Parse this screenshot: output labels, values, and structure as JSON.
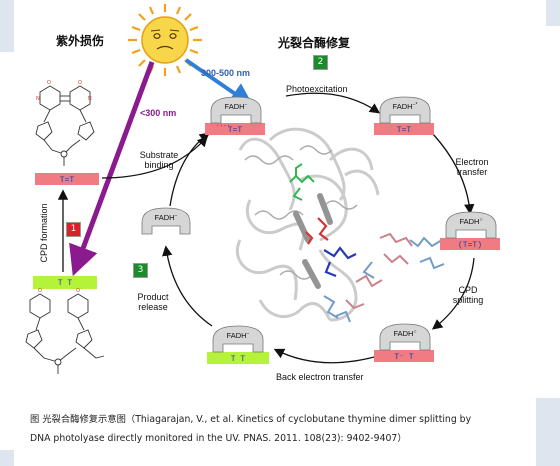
{
  "diagram": {
    "title_left": "紫外损伤",
    "title_right": "光裂合酶修复",
    "wavelength_long": "300-500 nm",
    "wavelength_short": "<300 nm",
    "step_labels": {
      "photoexcitation": "Photoexcitation",
      "electron_transfer_1": "Electron",
      "electron_transfer_2": "transfer",
      "cpd_splitting_1": "CPD",
      "cpd_splitting_2": "splitting",
      "back_electron_transfer": "Back electron transfer",
      "product_release_1": "Product",
      "product_release_2": "release",
      "substrate_binding_1": "Substrate",
      "substrate_binding_2": "binding",
      "cpd_formation": "CPD formation"
    },
    "badges": {
      "one": "1",
      "two": "2",
      "three": "3"
    },
    "states": {
      "top": "FADH",
      "top_sup": "−",
      "upper_right": "FADH",
      "upper_right_sup": "−*",
      "right": "FADH",
      "right_sup": "○",
      "lower_right": "FADH",
      "lower_right_sup": "○",
      "bottom": "FADH",
      "bottom_sup": "−",
      "left": "FADH",
      "left_sup": "−"
    },
    "dna_labels": {
      "dimer": "T=T",
      "dimer_radical": "(T=T)",
      "split": "T  T",
      "split_radical": "T⁻ T",
      "left_dimer": "T=T",
      "left_split": "T T"
    },
    "colors": {
      "damaged_dna": "#f07b82",
      "repaired_dna": "#b5f23a",
      "purple_arrow": "#8a1a8e",
      "blue_arrow": "#2f7fd8",
      "badge_red": "#d9212a",
      "badge_green": "#1a8c2a"
    }
  },
  "caption": {
    "line1": "图  光裂合酶修复示意图（Thiagarajan, V., et al. Kinetics of cyclobutane thymine dimer splitting by",
    "line2": "DNA photolyase directly monitored in the UV. PNAS. 2011. 108(23): 9402-9407）"
  }
}
